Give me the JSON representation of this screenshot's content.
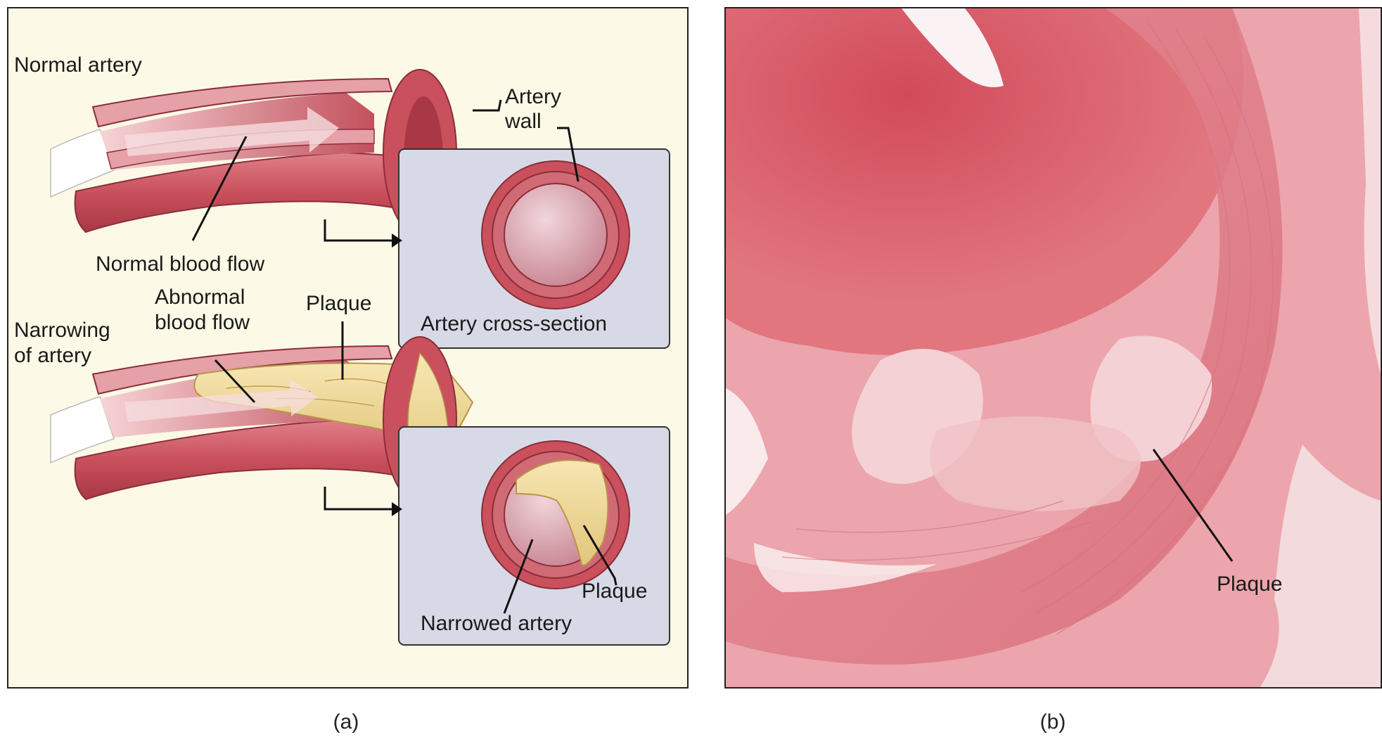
{
  "panel_a": {
    "normal_artery": "Normal artery",
    "artery_wall_line1": "Artery",
    "artery_wall_line2": "wall",
    "normal_blood_flow": "Normal blood flow",
    "artery_cross_section": "Artery cross-section",
    "narrowing_line1": "Narrowing",
    "narrowing_line2": "of artery",
    "abnormal_line1": "Abnormal",
    "abnormal_line2": "blood flow",
    "plaque_top": "Plaque",
    "plaque_cross": "Plaque",
    "narrowed_artery": "Narrowed artery",
    "caption": "(a)"
  },
  "panel_b": {
    "plaque": "Plaque",
    "caption": "(b)"
  },
  "colors": {
    "panel_a_bg": "#fcf9e7",
    "inset_bg": "#d8d9e6",
    "artery_red": "#c9505c",
    "plaque_yellow": "#efd796",
    "tissue_pink": "#eca5ac"
  }
}
